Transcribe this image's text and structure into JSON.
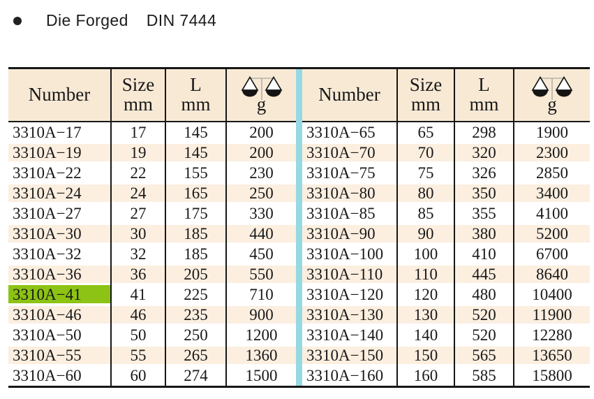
{
  "header": {
    "bullet_icon": "filled-circle",
    "product_line": "Die Forged",
    "standard": "DIN 7444"
  },
  "table": {
    "column_headers": {
      "number": "Number",
      "size_label": "Size",
      "size_unit": "mm",
      "length_label": "L",
      "length_unit": "mm",
      "weight_icon": "balance-scale",
      "weight_unit": "g"
    },
    "left_rows": [
      {
        "number": "3310A−17",
        "size": "17",
        "l": "145",
        "g": "200",
        "striped": false,
        "highlight": false
      },
      {
        "number": "3310A−19",
        "size": "19",
        "l": "145",
        "g": "200",
        "striped": true,
        "highlight": false
      },
      {
        "number": "3310A−22",
        "size": "22",
        "l": "155",
        "g": "230",
        "striped": false,
        "highlight": false
      },
      {
        "number": "3310A−24",
        "size": "24",
        "l": "165",
        "g": "250",
        "striped": true,
        "highlight": false
      },
      {
        "number": "3310A−27",
        "size": "27",
        "l": "175",
        "g": "330",
        "striped": false,
        "highlight": false
      },
      {
        "number": "3310A−30",
        "size": "30",
        "l": "185",
        "g": "440",
        "striped": true,
        "highlight": false
      },
      {
        "number": "3310A−32",
        "size": "32",
        "l": "185",
        "g": "450",
        "striped": false,
        "highlight": false
      },
      {
        "number": "3310A−36",
        "size": "36",
        "l": "205",
        "g": "550",
        "striped": true,
        "highlight": false
      },
      {
        "number": "3310A−41",
        "size": "41",
        "l": "225",
        "g": "710",
        "striped": false,
        "highlight": true
      },
      {
        "number": "3310A−46",
        "size": "46",
        "l": "235",
        "g": "900",
        "striped": true,
        "highlight": false
      },
      {
        "number": "3310A−50",
        "size": "50",
        "l": "250",
        "g": "1200",
        "striped": false,
        "highlight": false
      },
      {
        "number": "3310A−55",
        "size": "55",
        "l": "265",
        "g": "1360",
        "striped": true,
        "highlight": false
      },
      {
        "number": "3310A−60",
        "size": "60",
        "l": "274",
        "g": "1500",
        "striped": false,
        "highlight": false
      }
    ],
    "right_rows": [
      {
        "number": "3310A−65",
        "size": "65",
        "l": "298",
        "g": "1900",
        "striped": false,
        "highlight": false
      },
      {
        "number": "3310A−70",
        "size": "70",
        "l": "320",
        "g": "2300",
        "striped": true,
        "highlight": false
      },
      {
        "number": "3310A−75",
        "size": "75",
        "l": "326",
        "g": "2850",
        "striped": false,
        "highlight": false
      },
      {
        "number": "3310A−80",
        "size": "80",
        "l": "350",
        "g": "3400",
        "striped": true,
        "highlight": false
      },
      {
        "number": "3310A−85",
        "size": "85",
        "l": "355",
        "g": "4100",
        "striped": false,
        "highlight": false
      },
      {
        "number": "3310A−90",
        "size": "90",
        "l": "380",
        "g": "5200",
        "striped": true,
        "highlight": false
      },
      {
        "number": "3310A−100",
        "size": "100",
        "l": "410",
        "g": "6700",
        "striped": false,
        "highlight": false
      },
      {
        "number": "3310A−110",
        "size": "110",
        "l": "445",
        "g": "8640",
        "striped": true,
        "highlight": false
      },
      {
        "number": "3310A−120",
        "size": "120",
        "l": "480",
        "g": "10400",
        "striped": false,
        "highlight": false
      },
      {
        "number": "3310A−130",
        "size": "130",
        "l": "520",
        "g": "11900",
        "striped": true,
        "highlight": false
      },
      {
        "number": "3310A−140",
        "size": "140",
        "l": "520",
        "g": "12280",
        "striped": false,
        "highlight": false
      },
      {
        "number": "3310A−150",
        "size": "150",
        "l": "565",
        "g": "13650",
        "striped": true,
        "highlight": false
      },
      {
        "number": "3310A−160",
        "size": "160",
        "l": "585",
        "g": "15800",
        "striped": false,
        "highlight": false
      }
    ]
  },
  "colors": {
    "header_bg": "#f8e9d5",
    "stripe": "#fcefe0",
    "divider": "#97d9e2",
    "highlight": "#8cc314",
    "border": "#161616"
  }
}
